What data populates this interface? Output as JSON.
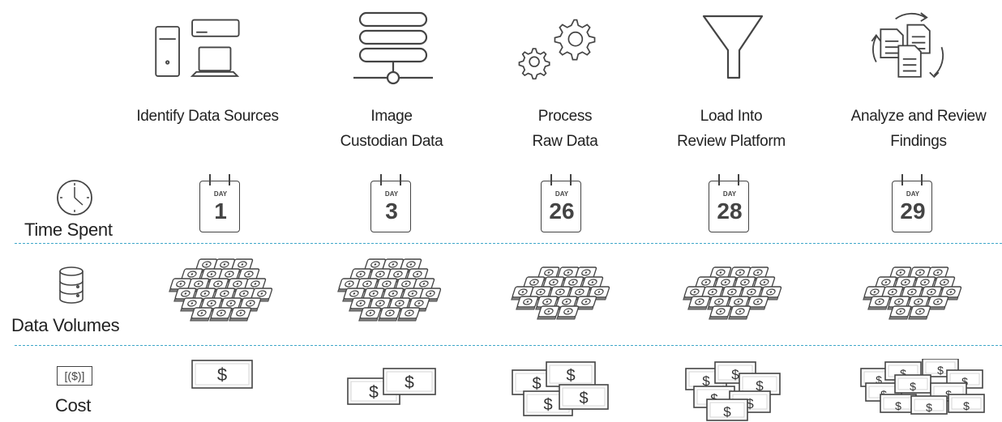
{
  "steps": [
    {
      "label": "Identify Data Sources",
      "icon": "computers-icon"
    },
    {
      "label": "Image\nCustodian Data",
      "icon": "server-icon"
    },
    {
      "label": "Process\nRaw Data",
      "icon": "gears-icon"
    },
    {
      "label": "Load Into\nReview Platform",
      "icon": "funnel-icon"
    },
    {
      "label": "Analyze and Review\nFindings",
      "icon": "documents-cycle-icon"
    }
  ],
  "rows": {
    "time": {
      "label": "Time Spent",
      "icon": "clock-icon"
    },
    "volume": {
      "label": "Data Volumes",
      "icon": "database-icon"
    },
    "cost": {
      "label": "Cost",
      "icon": "dollar-bill-icon",
      "icon_text": "[($)]"
    }
  },
  "days": [
    {
      "label": "DAY",
      "number": "1"
    },
    {
      "label": "DAY",
      "number": "3"
    },
    {
      "label": "DAY",
      "number": "26"
    },
    {
      "label": "DAY",
      "number": "28"
    },
    {
      "label": "DAY",
      "number": "29"
    }
  ],
  "cost_bills": [
    1,
    2,
    4,
    6,
    10
  ],
  "colors": {
    "icon": "#444444",
    "divider": "#3fa7c9",
    "fill": "#ffffff"
  }
}
